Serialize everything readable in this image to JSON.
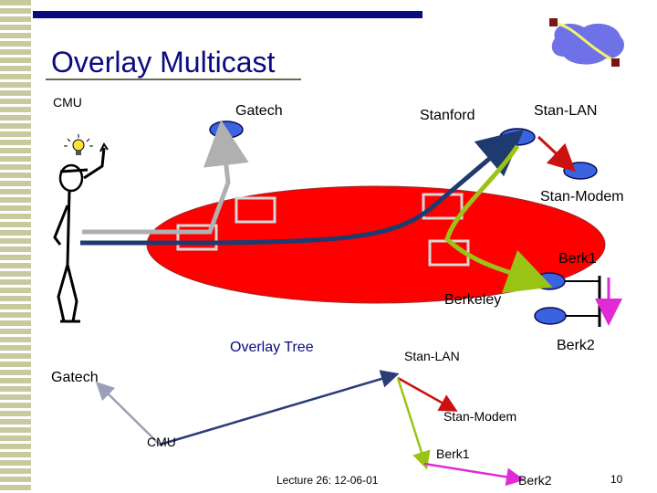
{
  "slide": {
    "title": "Overlay Multicast",
    "footer": "Lecture 26: 12-06-01",
    "page_number": "10"
  },
  "upper_diagram": {
    "labels": {
      "cmu": "CMU",
      "gatech": "Gatech",
      "stanford": "Stanford",
      "stan_lan": "Stan-LAN",
      "stan_modem": "Stan-Modem",
      "berk1": "Berk1",
      "berkeley": "Berkeley",
      "berk2": "Berk2"
    }
  },
  "overlay_tree": {
    "title": "Overlay  Tree",
    "labels": {
      "gatech": "Gatech",
      "stan_lan": "Stan-LAN",
      "stan_modem": "Stan-Modem",
      "cmu": "CMU",
      "berk1": "Berk1",
      "berk2": "Berk2"
    }
  },
  "colors": {
    "title": "#0b0b80",
    "internet": "#ff0000",
    "host_node": "#3a63e0",
    "path_main": "#1f3a6e",
    "path_gatech": "#b0b0b0",
    "path_stanlan": "#9ac414",
    "path_modem": "#cc1111",
    "path_berk2": "#e02ad6"
  }
}
